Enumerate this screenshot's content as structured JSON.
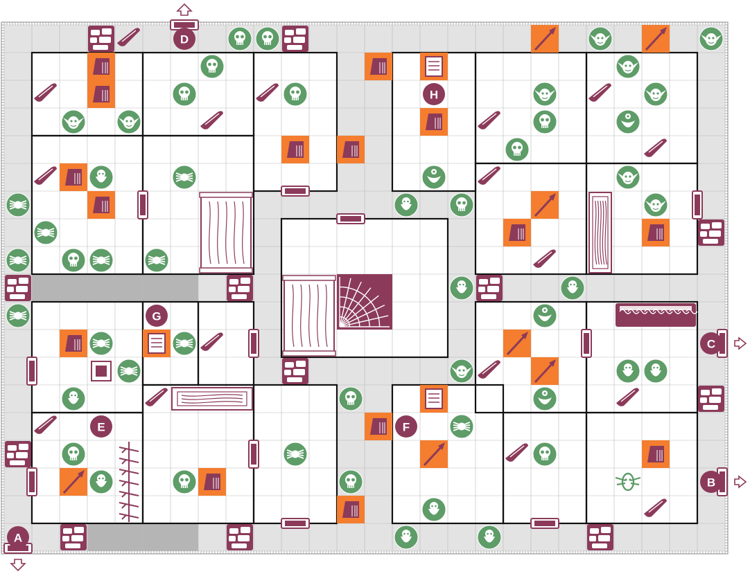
{
  "board": {
    "cols": 26,
    "rows": 19,
    "colors": {
      "corridor": "#e3e3e3",
      "dark_corridor": "#b5b5b5",
      "room": "#ffffff",
      "grid": "#b9b9b9",
      "wall": "#111111",
      "frame_ticks": "#8a8a8a",
      "maroon": "#8b3a5a",
      "orange": "#f47d2f",
      "monster_green": "#5e9c68",
      "hero_pink": "#8b3a5a"
    }
  },
  "room_markers": [
    {
      "letter": "A",
      "c": 0,
      "r": 18
    },
    {
      "letter": "B",
      "c": 25,
      "r": 16
    },
    {
      "letter": "C",
      "c": 25,
      "r": 11
    },
    {
      "letter": "D",
      "c": 6,
      "r": 0
    },
    {
      "letter": "E",
      "c": 3,
      "r": 14
    },
    {
      "letter": "F",
      "c": 14,
      "r": 14
    },
    {
      "letter": "G",
      "c": 5,
      "r": 10
    },
    {
      "letter": "H",
      "c": 15,
      "r": 2
    }
  ],
  "exit_arrows": [
    {
      "dir": "up",
      "c": 6,
      "r": -1
    },
    {
      "dir": "down",
      "c": 0,
      "r": 19
    },
    {
      "dir": "right",
      "c": 26,
      "r": 11
    },
    {
      "dir": "right",
      "c": 26,
      "r": 16
    }
  ],
  "monsters": [
    {
      "type": "skull-icon",
      "c": 8,
      "r": 0
    },
    {
      "type": "skull-icon",
      "c": 9,
      "r": 0
    },
    {
      "type": "orc-icon",
      "c": 21,
      "r": 0
    },
    {
      "type": "orc-icon",
      "c": 25,
      "r": 0
    },
    {
      "type": "skull-icon",
      "c": 7,
      "r": 1
    },
    {
      "type": "orc-icon",
      "c": 22,
      "r": 1
    },
    {
      "type": "skull-icon",
      "c": 6,
      "r": 2
    },
    {
      "type": "skull-icon",
      "c": 10,
      "r": 2
    },
    {
      "type": "orc-icon",
      "c": 19,
      "r": 2
    },
    {
      "type": "orc-icon",
      "c": 23,
      "r": 2
    },
    {
      "type": "goblin-icon",
      "c": 2,
      "r": 3
    },
    {
      "type": "goblin-icon",
      "c": 4,
      "r": 3
    },
    {
      "type": "skull-icon",
      "c": 19,
      "r": 3
    },
    {
      "type": "fimir-icon",
      "c": 22,
      "r": 3
    },
    {
      "type": "skull-icon",
      "c": 18,
      "r": 4
    },
    {
      "type": "dwarf-icon",
      "c": 3,
      "r": 5
    },
    {
      "type": "spider-icon",
      "c": 6,
      "r": 5
    },
    {
      "type": "fimir-icon",
      "c": 15,
      "r": 5
    },
    {
      "type": "goblin-icon",
      "c": 22,
      "r": 5
    },
    {
      "type": "spider-icon",
      "c": 0,
      "r": 6
    },
    {
      "type": "dwarf-icon",
      "c": 14,
      "r": 6
    },
    {
      "type": "skull-icon",
      "c": 16,
      "r": 6
    },
    {
      "type": "goblin-icon",
      "c": 23,
      "r": 6
    },
    {
      "type": "spider-icon",
      "c": 1,
      "r": 7
    },
    {
      "type": "spider-icon",
      "c": 0,
      "r": 8
    },
    {
      "type": "skull-icon",
      "c": 2,
      "r": 8
    },
    {
      "type": "spider-icon",
      "c": 3,
      "r": 8
    },
    {
      "type": "spider-icon",
      "c": 5,
      "r": 8
    },
    {
      "type": "dwarf-icon",
      "c": 16,
      "r": 9
    },
    {
      "type": "dwarf-icon",
      "c": 20,
      "r": 9
    },
    {
      "type": "spider-icon",
      "c": 0,
      "r": 10
    },
    {
      "type": "fimir-icon",
      "c": 19,
      "r": 10
    },
    {
      "type": "spider-icon",
      "c": 3,
      "r": 11
    },
    {
      "type": "spider-icon",
      "c": 6,
      "r": 11
    },
    {
      "type": "spider-icon",
      "c": 4,
      "r": 12
    },
    {
      "type": "orc-icon",
      "c": 16,
      "r": 12
    },
    {
      "type": "dwarf-icon",
      "c": 22,
      "r": 12
    },
    {
      "type": "dwarf-icon",
      "c": 23,
      "r": 12
    },
    {
      "type": "dwarf-icon",
      "c": 2,
      "r": 13
    },
    {
      "type": "skull-icon",
      "c": 12,
      "r": 13
    },
    {
      "type": "fimir-icon",
      "c": 19,
      "r": 13
    },
    {
      "type": "spider-icon",
      "c": 16,
      "r": 14
    },
    {
      "type": "skull-icon",
      "c": 2,
      "r": 15
    },
    {
      "type": "spider-icon",
      "c": 10,
      "r": 15
    },
    {
      "type": "skull-icon",
      "c": 19,
      "r": 15
    },
    {
      "type": "dwarf-icon",
      "c": 3,
      "r": 16
    },
    {
      "type": "skull-icon",
      "c": 6,
      "r": 16
    },
    {
      "type": "skull-icon",
      "c": 12,
      "r": 16
    },
    {
      "type": "dwarf-icon",
      "c": 15,
      "r": 17
    },
    {
      "type": "dwarf-icon",
      "c": 14,
      "r": 18
    },
    {
      "type": "dwarf-icon",
      "c": 17,
      "r": 18
    }
  ],
  "special_monster": {
    "type": "gargoyle-icon",
    "c": 22,
    "r": 16
  },
  "orange_tiles": [
    {
      "type": "chest-icon",
      "c": 3,
      "r": 1
    },
    {
      "type": "chest-icon",
      "c": 3,
      "r": 2
    },
    {
      "type": "chest-icon",
      "c": 13,
      "r": 1
    },
    {
      "type": "scroll-icon",
      "c": 15,
      "r": 1
    },
    {
      "type": "spear-icon",
      "c": 19,
      "r": 0
    },
    {
      "type": "spear-icon",
      "c": 23,
      "r": 0
    },
    {
      "type": "chest-icon",
      "c": 15,
      "r": 3
    },
    {
      "type": "chest-icon",
      "c": 10,
      "r": 4
    },
    {
      "type": "chest-icon",
      "c": 12,
      "r": 4
    },
    {
      "type": "chest-icon",
      "c": 2,
      "r": 5
    },
    {
      "type": "chest-icon",
      "c": 3,
      "r": 6
    },
    {
      "type": "spear-icon",
      "c": 19,
      "r": 6
    },
    {
      "type": "chest-icon",
      "c": 18,
      "r": 7
    },
    {
      "type": "chest-icon",
      "c": 23,
      "r": 7
    },
    {
      "type": "chest-icon",
      "c": 2,
      "r": 11
    },
    {
      "type": "scroll-icon",
      "c": 5,
      "r": 11
    },
    {
      "type": "spear-icon",
      "c": 18,
      "r": 11
    },
    {
      "type": "spear-icon",
      "c": 19,
      "r": 12
    },
    {
      "type": "scroll-icon",
      "c": 15,
      "r": 13
    },
    {
      "type": "chest-icon",
      "c": 13,
      "r": 14
    },
    {
      "type": "spear-icon",
      "c": 15,
      "r": 15
    },
    {
      "type": "chest-icon",
      "c": 23,
      "r": 15
    },
    {
      "type": "spear-icon",
      "c": 2,
      "r": 16
    },
    {
      "type": "chest-icon",
      "c": 7,
      "r": 16
    },
    {
      "type": "chest-icon",
      "c": 12,
      "r": 17
    }
  ],
  "rubble_blocks": [
    {
      "c": 3,
      "r": 0
    },
    {
      "c": 10,
      "r": 0
    },
    {
      "c": 25,
      "r": 7
    },
    {
      "c": 0,
      "r": 9
    },
    {
      "c": 8,
      "r": 9
    },
    {
      "c": 17,
      "r": 9
    },
    {
      "c": 10,
      "r": 12
    },
    {
      "c": 25,
      "r": 13
    },
    {
      "c": 0,
      "r": 15
    },
    {
      "c": 2,
      "r": 18
    },
    {
      "c": 8,
      "r": 18
    },
    {
      "c": 21,
      "r": 18
    }
  ],
  "traps": [
    {
      "c": 4,
      "r": 0
    },
    {
      "c": 1,
      "r": 2
    },
    {
      "c": 9,
      "r": 2
    },
    {
      "c": 21,
      "r": 2
    },
    {
      "c": 7,
      "r": 3
    },
    {
      "c": 17,
      "r": 3
    },
    {
      "c": 23,
      "r": 4
    },
    {
      "c": 1,
      "r": 5
    },
    {
      "c": 17,
      "r": 5
    },
    {
      "c": 19,
      "r": 8
    },
    {
      "c": 7,
      "r": 11
    },
    {
      "c": 17,
      "r": 12
    },
    {
      "c": 5,
      "r": 13
    },
    {
      "c": 22,
      "r": 13
    },
    {
      "c": 1,
      "r": 14
    },
    {
      "c": 18,
      "r": 15
    },
    {
      "c": 23,
      "r": 17
    }
  ],
  "doors_h": [
    {
      "c": 10,
      "r": 6
    },
    {
      "c": 12,
      "r": 7
    },
    {
      "c": 10,
      "r": 18
    },
    {
      "c": 19,
      "r": 18
    }
  ],
  "doors_v": [
    {
      "c": 5,
      "r": 6
    },
    {
      "c": 25,
      "r": 6
    },
    {
      "c": 9,
      "r": 11
    },
    {
      "c": 21,
      "r": 11
    },
    {
      "c": 1,
      "r": 12
    },
    {
      "c": 9,
      "r": 15
    },
    {
      "c": 1,
      "r": 16
    }
  ],
  "dark_corridors": [
    {
      "c1": 1,
      "c2": 7,
      "r": 9
    },
    {
      "c1": 3,
      "c2": 7,
      "r": 18
    }
  ],
  "rooms": [
    {
      "c1": 1,
      "c2": 5,
      "r1": 1,
      "r2": 4
    },
    {
      "c1": 5,
      "c2": 9,
      "r1": 1,
      "r2": 4
    },
    {
      "c1": 9,
      "c2": 12,
      "r1": 1,
      "r2": 6
    },
    {
      "c1": 14,
      "c2": 17,
      "r1": 1,
      "r2": 6
    },
    {
      "c1": 17,
      "c2": 21,
      "r1": 1,
      "r2": 5
    },
    {
      "c1": 21,
      "c2": 25,
      "r1": 1,
      "r2": 5
    },
    {
      "c1": 1,
      "c2": 5,
      "r1": 4,
      "r2": 9
    },
    {
      "c1": 5,
      "c2": 9,
      "r1": 4,
      "r2": 9
    },
    {
      "c1": 17,
      "c2": 21,
      "r1": 5,
      "r2": 9
    },
    {
      "c1": 21,
      "c2": 25,
      "r1": 5,
      "r2": 9
    },
    {
      "c1": 10,
      "c2": 16,
      "r1": 7,
      "r2": 12
    },
    {
      "c1": 1,
      "c2": 5,
      "r1": 10,
      "r2": 14
    },
    {
      "c1": 5,
      "c2": 7,
      "r1": 10,
      "r2": 13
    },
    {
      "c1": 7,
      "c2": 9,
      "r1": 10,
      "r2": 13
    },
    {
      "c1": 17,
      "c2": 21,
      "r1": 10,
      "r2": 14
    },
    {
      "c1": 21,
      "c2": 25,
      "r1": 10,
      "r2": 14
    },
    {
      "c1": 1,
      "c2": 5,
      "r1": 14,
      "r2": 18
    },
    {
      "c1": 5,
      "c2": 9,
      "r1": 13,
      "r2": 18
    },
    {
      "c1": 9,
      "c2": 12,
      "r1": 13,
      "r2": 18
    },
    {
      "c1": 14,
      "c2": 18,
      "r1": 13,
      "r2": 18
    },
    {
      "c1": 18,
      "c2": 21,
      "r1": 14,
      "r2": 18
    },
    {
      "c1": 21,
      "c2": 25,
      "r1": 14,
      "r2": 18
    }
  ],
  "furniture": [
    {
      "type": "table-furniture",
      "c": 7,
      "r": 6,
      "w": 2,
      "h": 3
    },
    {
      "type": "table-furniture",
      "c": 10,
      "r": 9,
      "w": 2,
      "h": 3
    },
    {
      "type": "throne-stairway-furniture",
      "c": 12,
      "r": 9,
      "w": 2,
      "h": 2
    },
    {
      "type": "bookcase-furniture",
      "c": 21,
      "r": 6,
      "w": 1,
      "h": 3
    },
    {
      "type": "fireplace-furniture",
      "c": 22,
      "r": 10,
      "w": 3,
      "h": 1
    },
    {
      "type": "rack-furniture",
      "c": 6,
      "r": 13,
      "w": 3,
      "h": 1
    },
    {
      "type": "weapon-rack-furniture",
      "c": 4,
      "r": 15,
      "w": 1,
      "h": 3
    },
    {
      "type": "cupboard-furniture",
      "c": 3,
      "r": 12,
      "w": 1,
      "h": 1
    }
  ]
}
